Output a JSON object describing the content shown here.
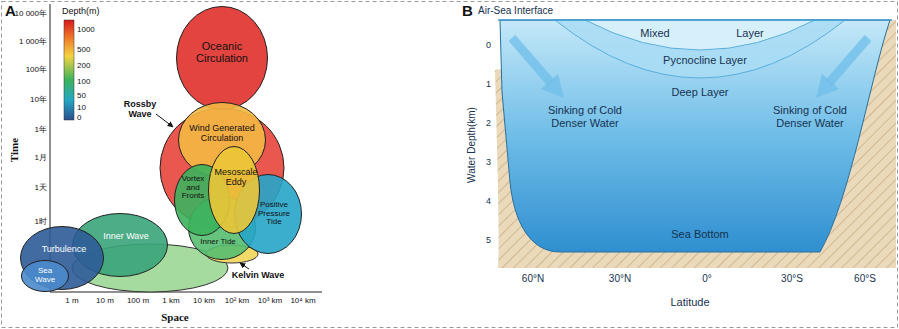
{
  "diagram": {
    "nodes": [
      {
        "text": [
          "Oceanic Circulation"
        ]
      },
      {
        "text": [
          "Wind Generated Circulation"
        ]
      },
      {
        "text": [
          "Vortex and Fronts"
        ]
      },
      {
        "text": [
          "Mesoscale Eddy"
        ]
      },
      {
        "text": [
          "Inner Tide"
        ]
      },
      {
        "text": [
          "Positive Pressure Tide"
        ]
      },
      {
        "text": [
          "Turbulence"
        ]
      },
      {
        "text": [
          "Sea Wave"
        ]
      },
      {
        "text": [
          "Inner Wave"
        ]
      }
    ],
    "labels": [
      "A",
      "Depth(m)",
      "1000",
      "500",
      "200",
      "100",
      "50",
      "10",
      "0",
      "Rossby Wave",
      "Kelvin Wave",
      "Time",
      "10 000年",
      "1 000年",
      "100年",
      "10年",
      "1年",
      "1月",
      "1天",
      "1时",
      "1 m",
      "10 m",
      "100 m",
      "1 km",
      "10 km",
      "10² km",
      "10³ km",
      "10⁴ km",
      "Space",
      "B",
      "Air-Sea Interface",
      "Mixed",
      "Layer",
      "Pycnocline Layer",
      "Deep Layer",
      "Water Depth(km)",
      "0",
      "1",
      "2",
      "3",
      "4",
      "5",
      "Sinking of Cold Denser Water",
      "Sinking of Cold Denser Water",
      "Sea Bottom",
      "60°N",
      "30°N",
      "0°",
      "30°S",
      "60°S",
      "Latitude"
    ]
  }
}
